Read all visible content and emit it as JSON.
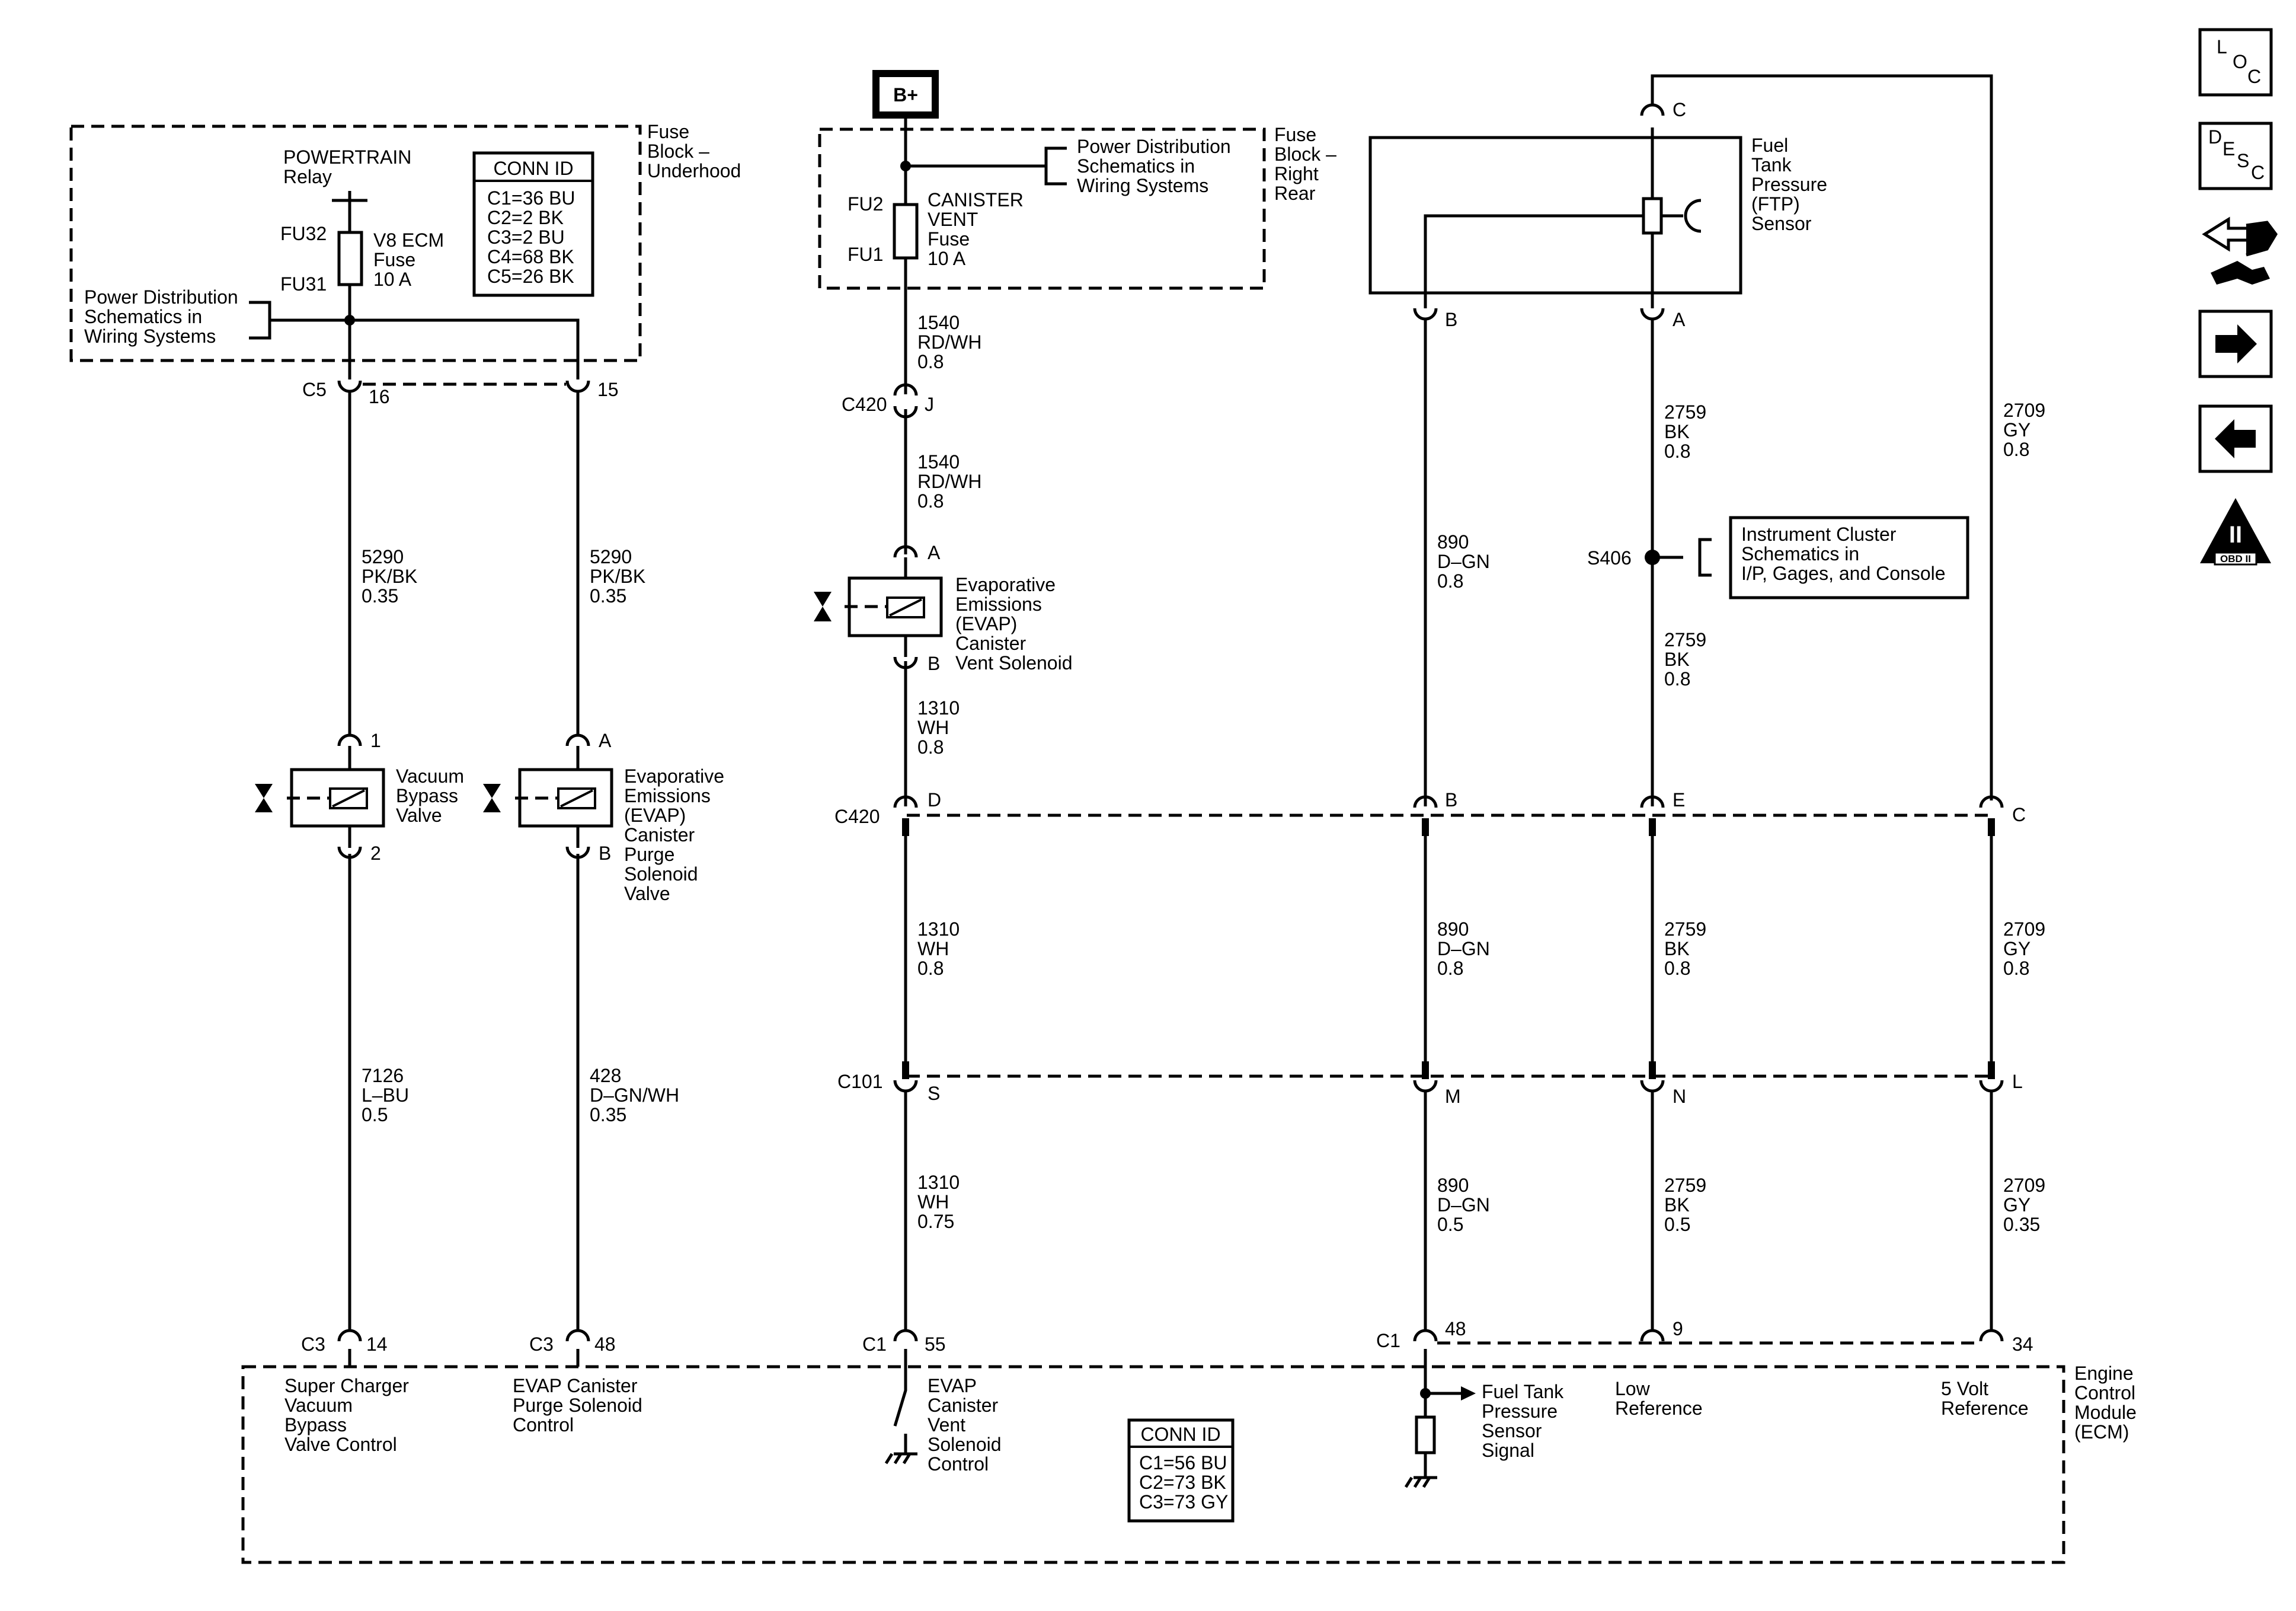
{
  "fuse_block_underhood": {
    "title": [
      "Fuse",
      "Block –",
      "Underhood"
    ],
    "relay": [
      "POWERTRAIN",
      "Relay"
    ],
    "fu32": "FU32",
    "fu31": "FU31",
    "fuse": [
      "V8 ECM",
      "Fuse",
      "10 A"
    ],
    "power_dist": [
      "Power Distribution",
      "Schematics in",
      "Wiring Systems"
    ],
    "conn_title": "CONN ID",
    "conn_items": [
      "C1=36 BU",
      "C2=2 BK",
      "C3=2 BU",
      "C4=68 BK",
      "C5=26 BK"
    ]
  },
  "bplus": "B+",
  "fuse_block_right_rear": {
    "title": [
      "Fuse",
      "Block –",
      "Right",
      "Rear"
    ],
    "power_dist": [
      "Power Distribution",
      "Schematics in",
      "Wiring Systems"
    ],
    "fu2": "FU2",
    "fu1": "FU1",
    "fuse": [
      "CANISTER",
      "VENT",
      "Fuse",
      "10 A"
    ]
  },
  "ftp_sensor": [
    "Fuel",
    "Tank",
    "Pressure",
    "(FTP)",
    "Sensor"
  ],
  "instrument_cluster": [
    "Instrument Cluster",
    "Schematics in",
    "I/P, Gages, and Console"
  ],
  "splice": "S406",
  "components": {
    "vacuum_bypass": [
      "Vacuum",
      "Bypass",
      "Valve"
    ],
    "evap_purge": [
      "Evaporative",
      "Emissions",
      "(EVAP)",
      "Canister",
      "Purge",
      "Solenoid",
      "Valve"
    ],
    "evap_vent": [
      "Evaporative",
      "Emissions",
      "(EVAP)",
      "Canister",
      "Vent Solenoid"
    ]
  },
  "connectors": {
    "c5": "C5",
    "c420": "C420",
    "c101": "C101",
    "c3": "C3",
    "c1": "C1"
  },
  "pins": {
    "c5_16": "16",
    "c5_15": "15",
    "vb_1": "1",
    "vb_2": "2",
    "pu_a": "A",
    "pu_b": "B",
    "c420_j": "J",
    "vs_a": "A",
    "vs_b": "B",
    "ftp_c": "C",
    "ftp_b": "B",
    "ftp_a": "A",
    "c420_d": "D",
    "c420_b": "B",
    "c420_e": "E",
    "c420_c": "C",
    "c101_s": "S",
    "c101_m": "M",
    "c101_n": "N",
    "c101_l": "L",
    "c3_14": "14",
    "c3_48": "48",
    "c1_55": "55",
    "c1_48": "48",
    "c1_9": "9",
    "c1_34": "34"
  },
  "wires": {
    "w1": [
      "5290",
      "PK/BK",
      "0.35"
    ],
    "w2": [
      "5290",
      "PK/BK",
      "0.35"
    ],
    "w3": [
      "7126",
      "L–BU",
      "0.5"
    ],
    "w4": [
      "428",
      "D–GN/WH",
      "0.35"
    ],
    "w5": [
      "1540",
      "RD/WH",
      "0.8"
    ],
    "w6": [
      "1540",
      "RD/WH",
      "0.8"
    ],
    "w7": [
      "1310",
      "WH",
      "0.8"
    ],
    "w8": [
      "1310",
      "WH",
      "0.8"
    ],
    "w9": [
      "1310",
      "WH",
      "0.75"
    ],
    "w10": [
      "890",
      "D–GN",
      "0.8"
    ],
    "w11": [
      "890",
      "D–GN",
      "0.8"
    ],
    "w12": [
      "890",
      "D–GN",
      "0.5"
    ],
    "w13": [
      "2759",
      "BK",
      "0.8"
    ],
    "w14": [
      "2759",
      "BK",
      "0.8"
    ],
    "w15": [
      "2759",
      "BK",
      "0.8"
    ],
    "w16": [
      "2759",
      "BK",
      "0.5"
    ],
    "w17": [
      "2709",
      "GY",
      "0.8"
    ],
    "w18": [
      "2709",
      "GY",
      "0.8"
    ],
    "w19": [
      "2709",
      "GY",
      "0.35"
    ]
  },
  "ecm": {
    "title": [
      "Engine",
      "Control",
      "Module",
      "(ECM)"
    ],
    "sc_label": [
      "Super Charger",
      "Vacuum",
      "Bypass",
      "Valve Control"
    ],
    "purge_label": [
      "EVAP Canister",
      "Purge Solenoid",
      "Control"
    ],
    "vent_label": [
      "EVAP",
      "Canister",
      "Vent",
      "Solenoid",
      "Control"
    ],
    "ftp_label": [
      "Fuel Tank",
      "Pressure",
      "Sensor",
      "Signal"
    ],
    "low_ref": [
      "Low",
      "Reference"
    ],
    "five_volt": [
      "5 Volt",
      "Reference"
    ],
    "conn_title": "CONN ID",
    "conn_items": [
      "C1=56 BU",
      "C2=73 BK",
      "C3=73 GY"
    ]
  },
  "nav": {
    "loc": [
      "L",
      "O",
      "C"
    ],
    "desc": [
      "D",
      "E",
      "S",
      "C"
    ],
    "obd": "OBD II",
    "obd_mark": "II"
  }
}
